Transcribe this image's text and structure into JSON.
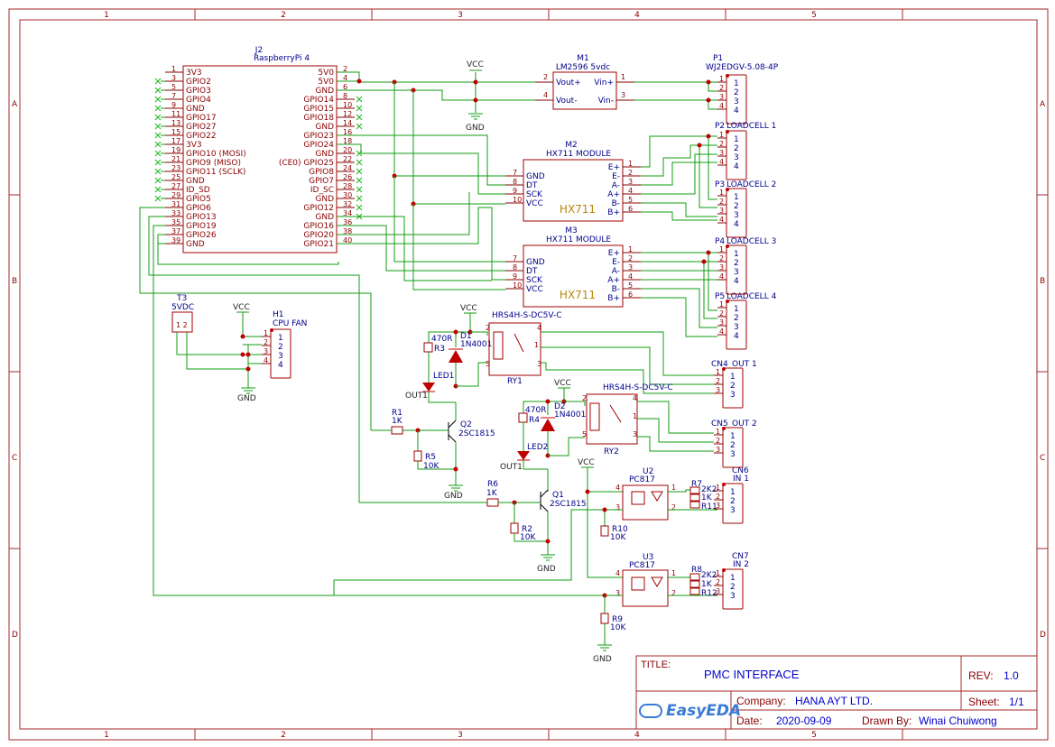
{
  "frame": {
    "col_labels": [
      "1",
      "2",
      "3",
      "4",
      "5"
    ],
    "row_labels": [
      "A",
      "B",
      "C",
      "D"
    ]
  },
  "title_block": {
    "title_label": "TITLE:",
    "title": "PMC INTERFACE",
    "rev_label": "REV:",
    "rev": "1.0",
    "company_label": "Company:",
    "company": "HANA AYT LTD.",
    "sheet_label": "Sheet:",
    "sheet": "1/1",
    "date_label": "Date:",
    "date": "2020-09-09",
    "drawn_label": "Drawn By:",
    "drawn_by": "Winai Chuiwong",
    "logo_text": "EasyEDA"
  },
  "rpi": {
    "ref": "J2",
    "value": "RaspberryPi 4",
    "left_pins": [
      {
        "n": "1",
        "name": "3V3"
      },
      {
        "n": "3",
        "name": "GPIO2"
      },
      {
        "n": "5",
        "name": "GPIO3"
      },
      {
        "n": "7",
        "name": "GPIO4"
      },
      {
        "n": "9",
        "name": "GND"
      },
      {
        "n": "11",
        "name": "GPIO17"
      },
      {
        "n": "13",
        "name": "GPIO27"
      },
      {
        "n": "15",
        "name": "GPIO22"
      },
      {
        "n": "17",
        "name": "3V3"
      },
      {
        "n": "19",
        "name": "GPIO10 (MOSI)"
      },
      {
        "n": "21",
        "name": "GPIO9 (MISO)"
      },
      {
        "n": "23",
        "name": "GPIO11 (SCLK)"
      },
      {
        "n": "25",
        "name": "GND"
      },
      {
        "n": "27",
        "name": "ID_SD"
      },
      {
        "n": "29",
        "name": "GPIO5"
      },
      {
        "n": "31",
        "name": "GPIO6"
      },
      {
        "n": "33",
        "name": "GPIO13"
      },
      {
        "n": "35",
        "name": "GPIO19"
      },
      {
        "n": "37",
        "name": "GPIO26"
      },
      {
        "n": "39",
        "name": "GND"
      }
    ],
    "right_pins": [
      {
        "n": "2",
        "name": "5V0"
      },
      {
        "n": "4",
        "name": "5V0"
      },
      {
        "n": "6",
        "name": "GND"
      },
      {
        "n": "8",
        "name": "GPIO14"
      },
      {
        "n": "10",
        "name": "GPIO15"
      },
      {
        "n": "12",
        "name": "GPIO18"
      },
      {
        "n": "14",
        "name": "GND"
      },
      {
        "n": "16",
        "name": "GPIO23"
      },
      {
        "n": "18",
        "name": "GPIO24"
      },
      {
        "n": "20",
        "name": "GND"
      },
      {
        "n": "22",
        "name": "(CE0) GPIO25"
      },
      {
        "n": "24",
        "name": "GPIO8"
      },
      {
        "n": "26",
        "name": "GPIO7"
      },
      {
        "n": "28",
        "name": "ID_SC"
      },
      {
        "n": "30",
        "name": "GND"
      },
      {
        "n": "32",
        "name": "GPIO12"
      },
      {
        "n": "34",
        "name": "GND"
      },
      {
        "n": "36",
        "name": "GPIO16"
      },
      {
        "n": "38",
        "name": "GPIO20"
      },
      {
        "n": "40",
        "name": "GPIO21"
      }
    ]
  },
  "m1": {
    "ref": "M1",
    "value": "LM2596 5vdc",
    "pins": [
      {
        "n": "2",
        "name": "Vout+"
      },
      {
        "n": "4",
        "name": "Vout-"
      },
      {
        "n": "1",
        "name": "Vin+"
      },
      {
        "n": "3",
        "name": "Vin-"
      }
    ]
  },
  "p1": {
    "ref": "P1",
    "value": "WJ2EDGV-5.08-4P"
  },
  "hx711": {
    "m2": {
      "ref": "M2",
      "value": "HX711 MODULE"
    },
    "m3": {
      "ref": "M3",
      "value": "HX711 MODULE"
    },
    "chip_label": "HX711",
    "left_pins": [
      {
        "n": "7",
        "name": "GND"
      },
      {
        "n": "8",
        "name": "DT"
      },
      {
        "n": "9",
        "name": "SCK"
      },
      {
        "n": "10",
        "name": "VCC"
      }
    ],
    "right_pins": [
      {
        "n": "1",
        "name": "E+"
      },
      {
        "n": "2",
        "name": "E-"
      },
      {
        "n": "3",
        "name": "A-"
      },
      {
        "n": "4",
        "name": "A+"
      },
      {
        "n": "5",
        "name": "B-"
      },
      {
        "n": "6",
        "name": "B+"
      }
    ]
  },
  "loadcells": [
    {
      "ref": "P2",
      "value": "LOADCELL 1"
    },
    {
      "ref": "P3",
      "value": "LOADCELL 2"
    },
    {
      "ref": "P4",
      "value": "LOADCELL 3"
    },
    {
      "ref": "P5",
      "value": "LOADCELL 4"
    }
  ],
  "power": {
    "vcc": "VCC",
    "gnd": "GND"
  },
  "fan": {
    "ref": "H1",
    "value": "CPU FAN"
  },
  "t3": {
    "ref": "T3",
    "value": "5VDC"
  },
  "relays": [
    {
      "ref": "RY1",
      "value": "HRS4H-S-DC5V-C",
      "pins": [
        "2",
        "4",
        "1",
        "5",
        "3"
      ]
    },
    {
      "ref": "RY2",
      "value": "HRS4H-S-DC5V-C",
      "pins": [
        "2",
        "4",
        "1",
        "5",
        "3"
      ]
    }
  ],
  "diodes": [
    {
      "ref": "D1",
      "value": "1N4001"
    },
    {
      "ref": "D2",
      "value": "1N4001"
    }
  ],
  "leds": [
    {
      "ref": "LED1",
      "net": "OUT1"
    },
    {
      "ref": "LED2",
      "net": "OUT1"
    }
  ],
  "transistors": [
    {
      "ref": "Q2",
      "value": "2SC1815"
    },
    {
      "ref": "Q1",
      "value": "2SC1815"
    }
  ],
  "resistors": {
    "r1": {
      "ref": "R1",
      "value": "1K"
    },
    "r2": {
      "ref": "R2",
      "value": "10K"
    },
    "r3": {
      "ref": "R3",
      "value": "470R"
    },
    "r4": {
      "ref": "R4",
      "value": "470R"
    },
    "r5": {
      "ref": "R5",
      "value": "10K"
    },
    "r6": {
      "ref": "R6",
      "value": "1K"
    },
    "r7": {
      "ref": "R7",
      "value": "2K2"
    },
    "r8": {
      "ref": "R8",
      "value": "2K2"
    },
    "r9": {
      "ref": "R9",
      "value": "10K"
    },
    "r10": {
      "ref": "R10",
      "value": "10K"
    },
    "r11": {
      "ref": "R11",
      "value": "1K"
    },
    "r12": {
      "ref": "R12",
      "value": "1K"
    }
  },
  "optos": [
    {
      "ref": "U2",
      "value": "PC817"
    },
    {
      "ref": "U3",
      "value": "PC817"
    }
  ],
  "outs": [
    {
      "ref": "CN4",
      "value": "OUT 1"
    },
    {
      "ref": "CN5",
      "value": "OUT 2"
    }
  ],
  "ins": [
    {
      "ref": "CN6",
      "value": "IN 1"
    },
    {
      "ref": "CN7",
      "value": "IN 2"
    }
  ]
}
